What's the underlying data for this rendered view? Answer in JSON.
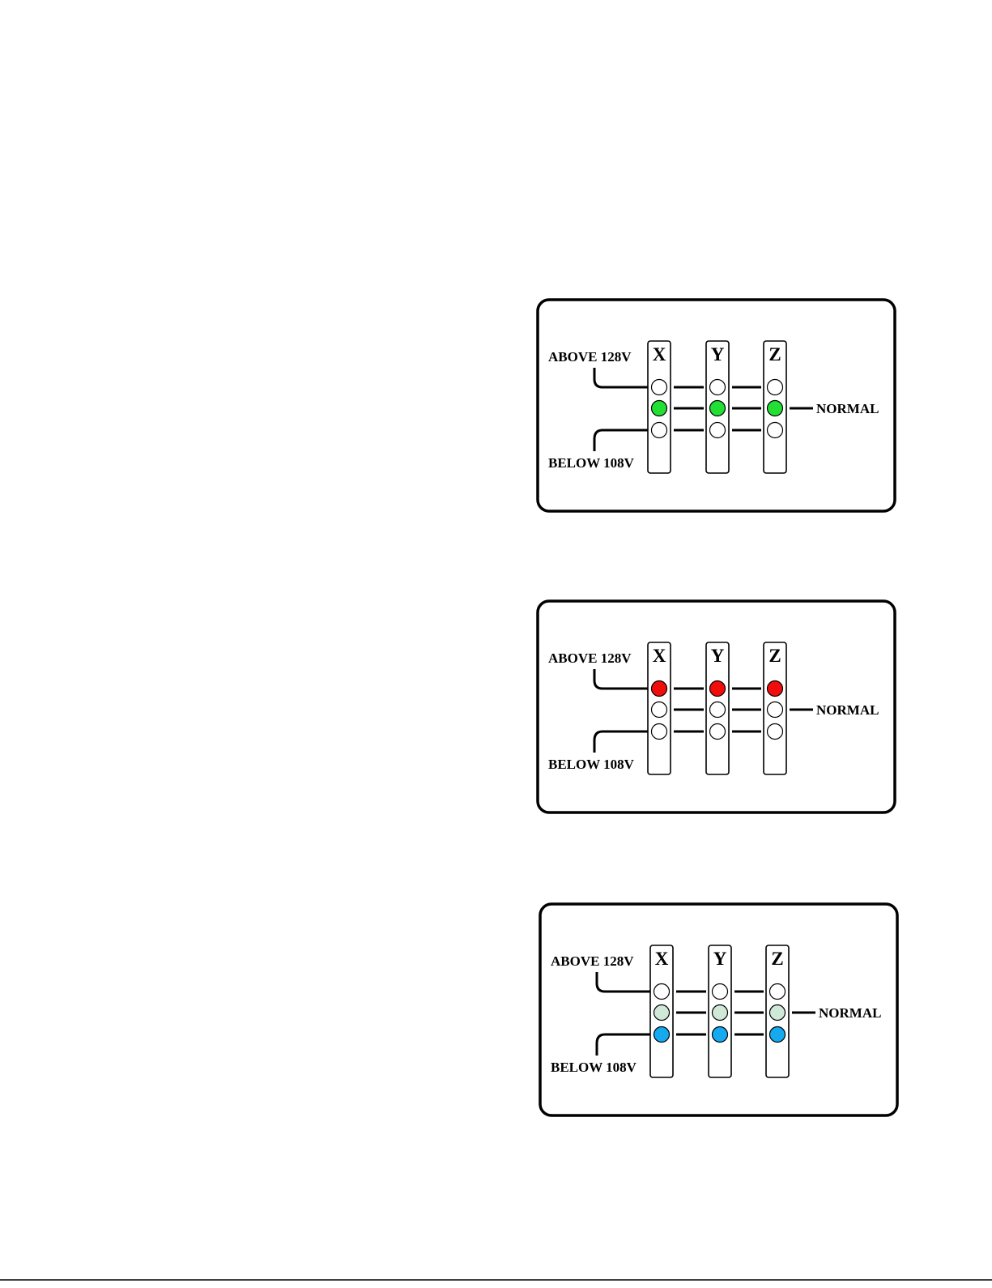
{
  "labels": {
    "above": "ABOVE  128V",
    "below": "BELOW 108V",
    "normal": "NORMAL",
    "phases": [
      "X",
      "Y",
      "Z"
    ]
  },
  "colors": {
    "off": "#ffffff",
    "green": "#22e033",
    "red": "#f20d0d",
    "pale_green": "#cfe8d8",
    "blue": "#15aaf0"
  },
  "panels": [
    {
      "name": "normal-state",
      "leds": [
        "off",
        "green",
        "off"
      ]
    },
    {
      "name": "above-state",
      "leds": [
        "red",
        "off",
        "off"
      ]
    },
    {
      "name": "below-state",
      "leds": [
        "off",
        "pale_green",
        "blue"
      ]
    }
  ]
}
